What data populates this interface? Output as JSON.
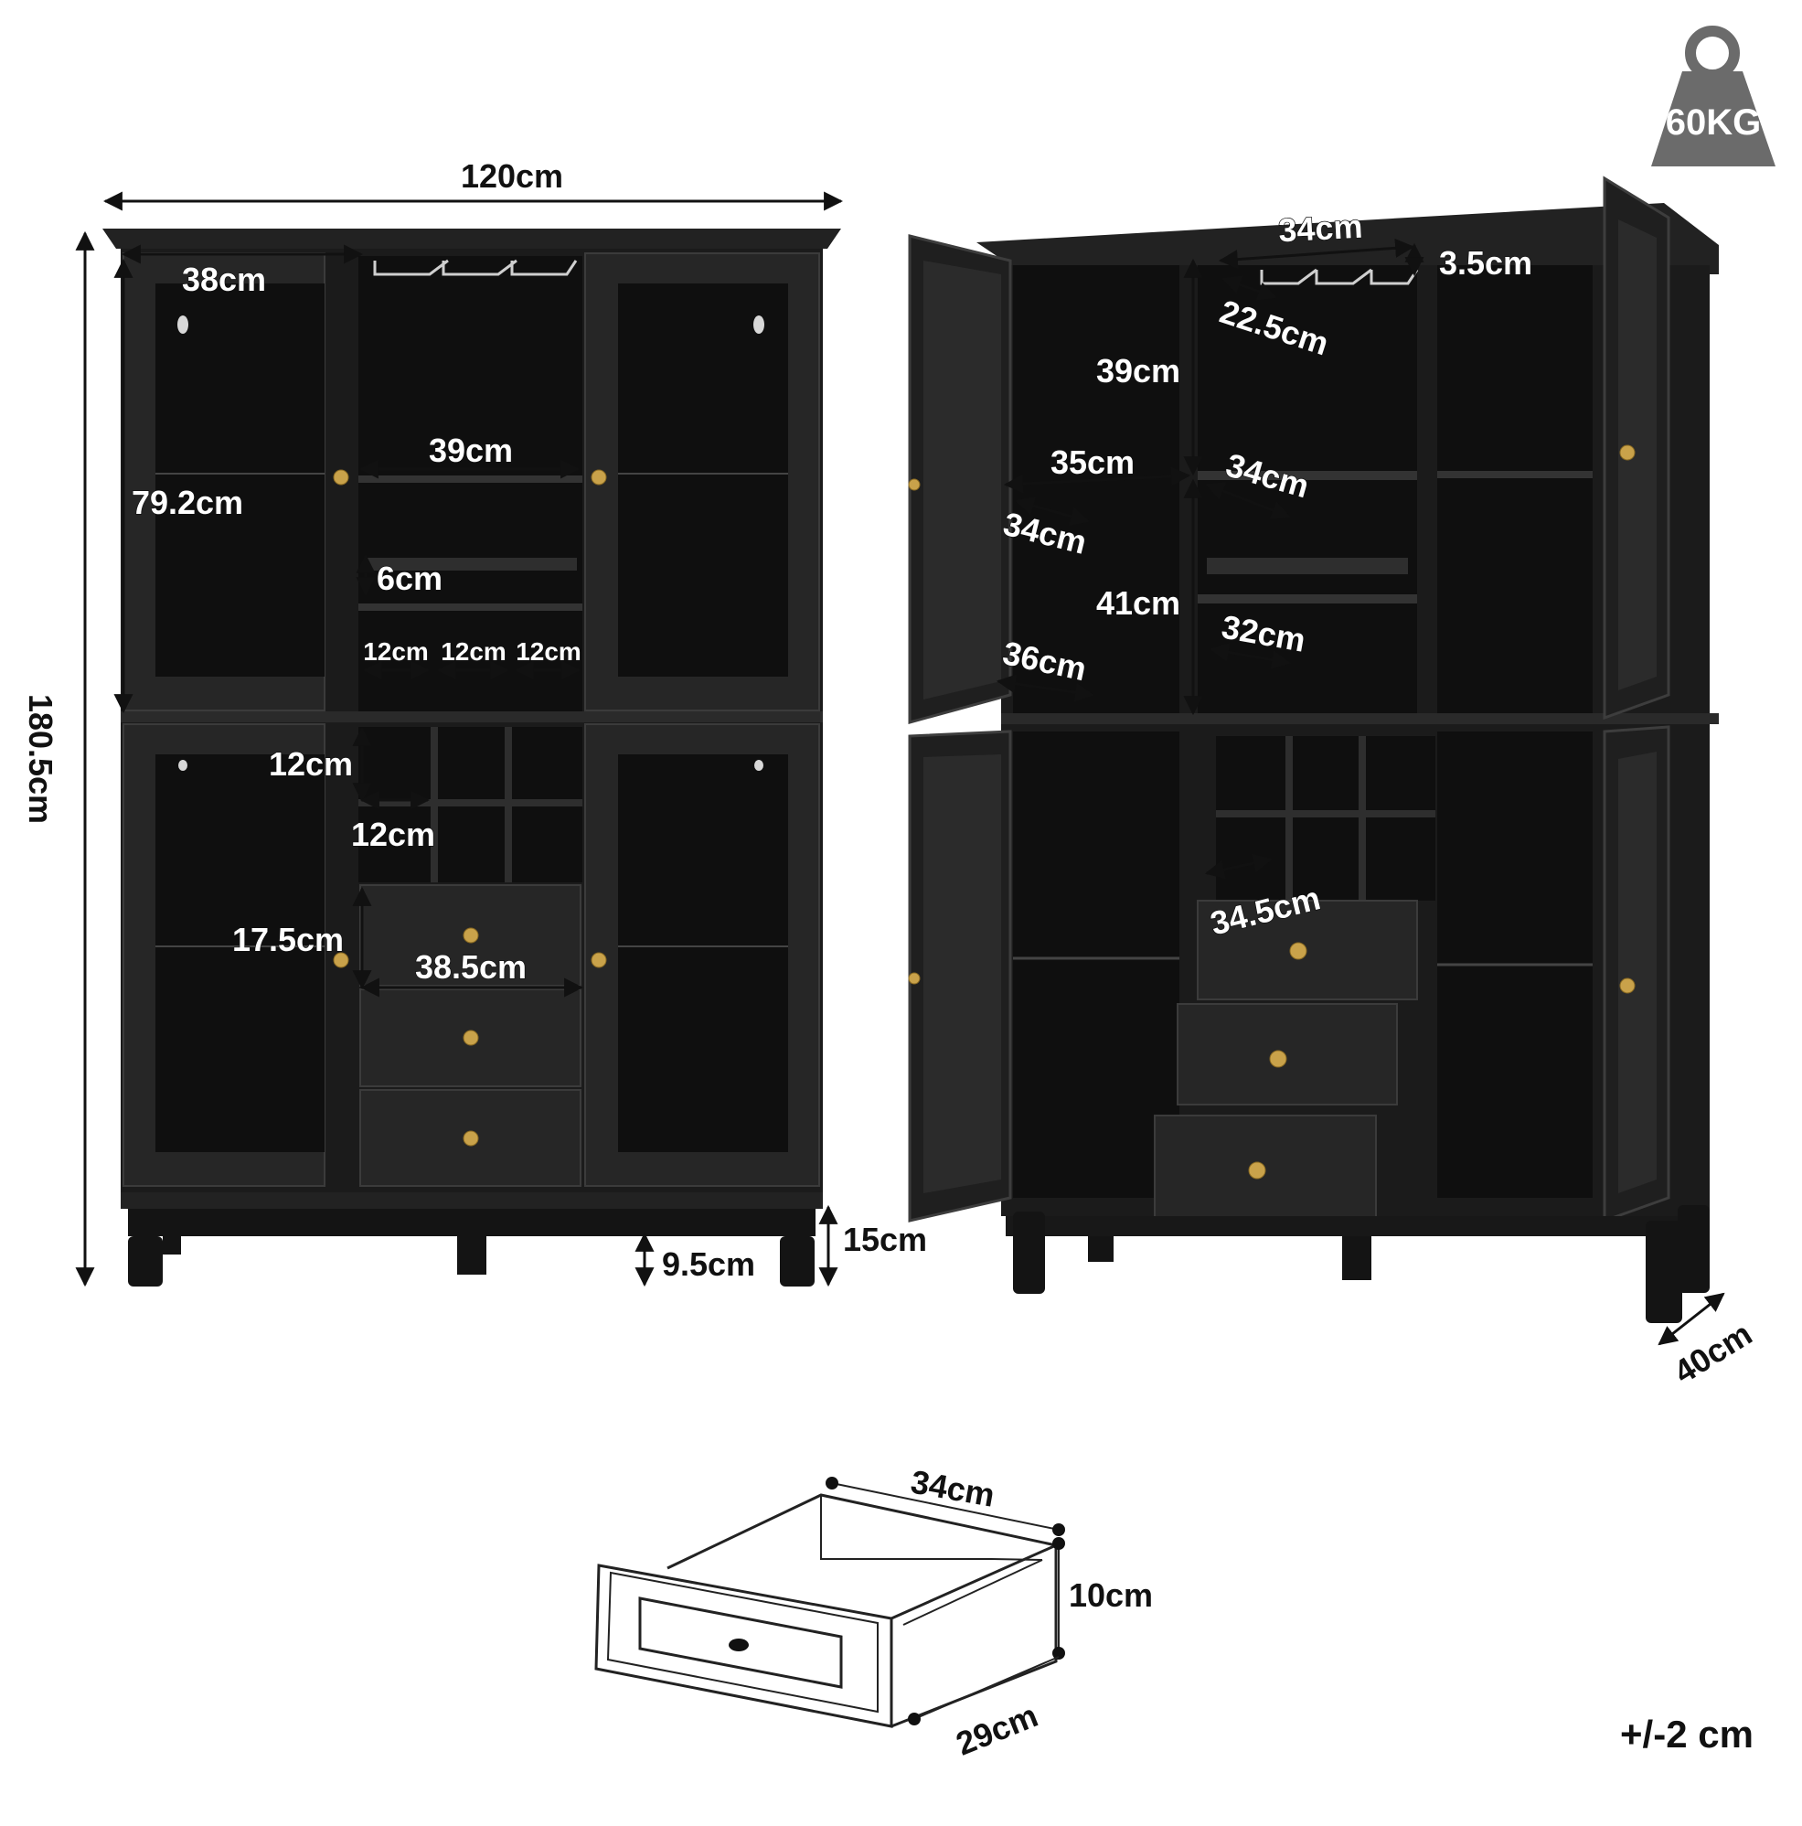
{
  "weight": {
    "label": "60KG",
    "icon": "weight-icon"
  },
  "tolerance": "+/-2 cm",
  "front_view": {
    "overall_width": "120cm",
    "overall_height": "180.5cm",
    "side_door_width": "38cm",
    "upper_door_height": "79.2cm",
    "middle_shelf_width": "39cm",
    "rail_height": "6cm",
    "wine_slot_1": "12cm",
    "wine_slot_2": "12cm",
    "wine_slot_3": "12cm",
    "cube_height": "12cm",
    "cube_width": "12cm",
    "drawer_height": "17.5cm",
    "drawer_width": "38.5cm",
    "leg_height": "9.5cm",
    "base_height": "15cm"
  },
  "open_view": {
    "glass_rack_width": "34cm",
    "glass_rack_height": "3.5cm",
    "glass_rack_depth": "22.5cm",
    "top_compartment_height": "39cm",
    "side_shelf_width": "35cm",
    "side_shelf_depth": "34cm",
    "middle_shelf_depth": "34cm",
    "lower_compartment_height": "41cm",
    "rail_depth": "32cm",
    "bottom_depth": "36cm",
    "drawer_depth": "34.5cm",
    "cabinet_depth": "40cm"
  },
  "drawer_view": {
    "length": "34cm",
    "height": "10cm",
    "width": "29cm"
  }
}
